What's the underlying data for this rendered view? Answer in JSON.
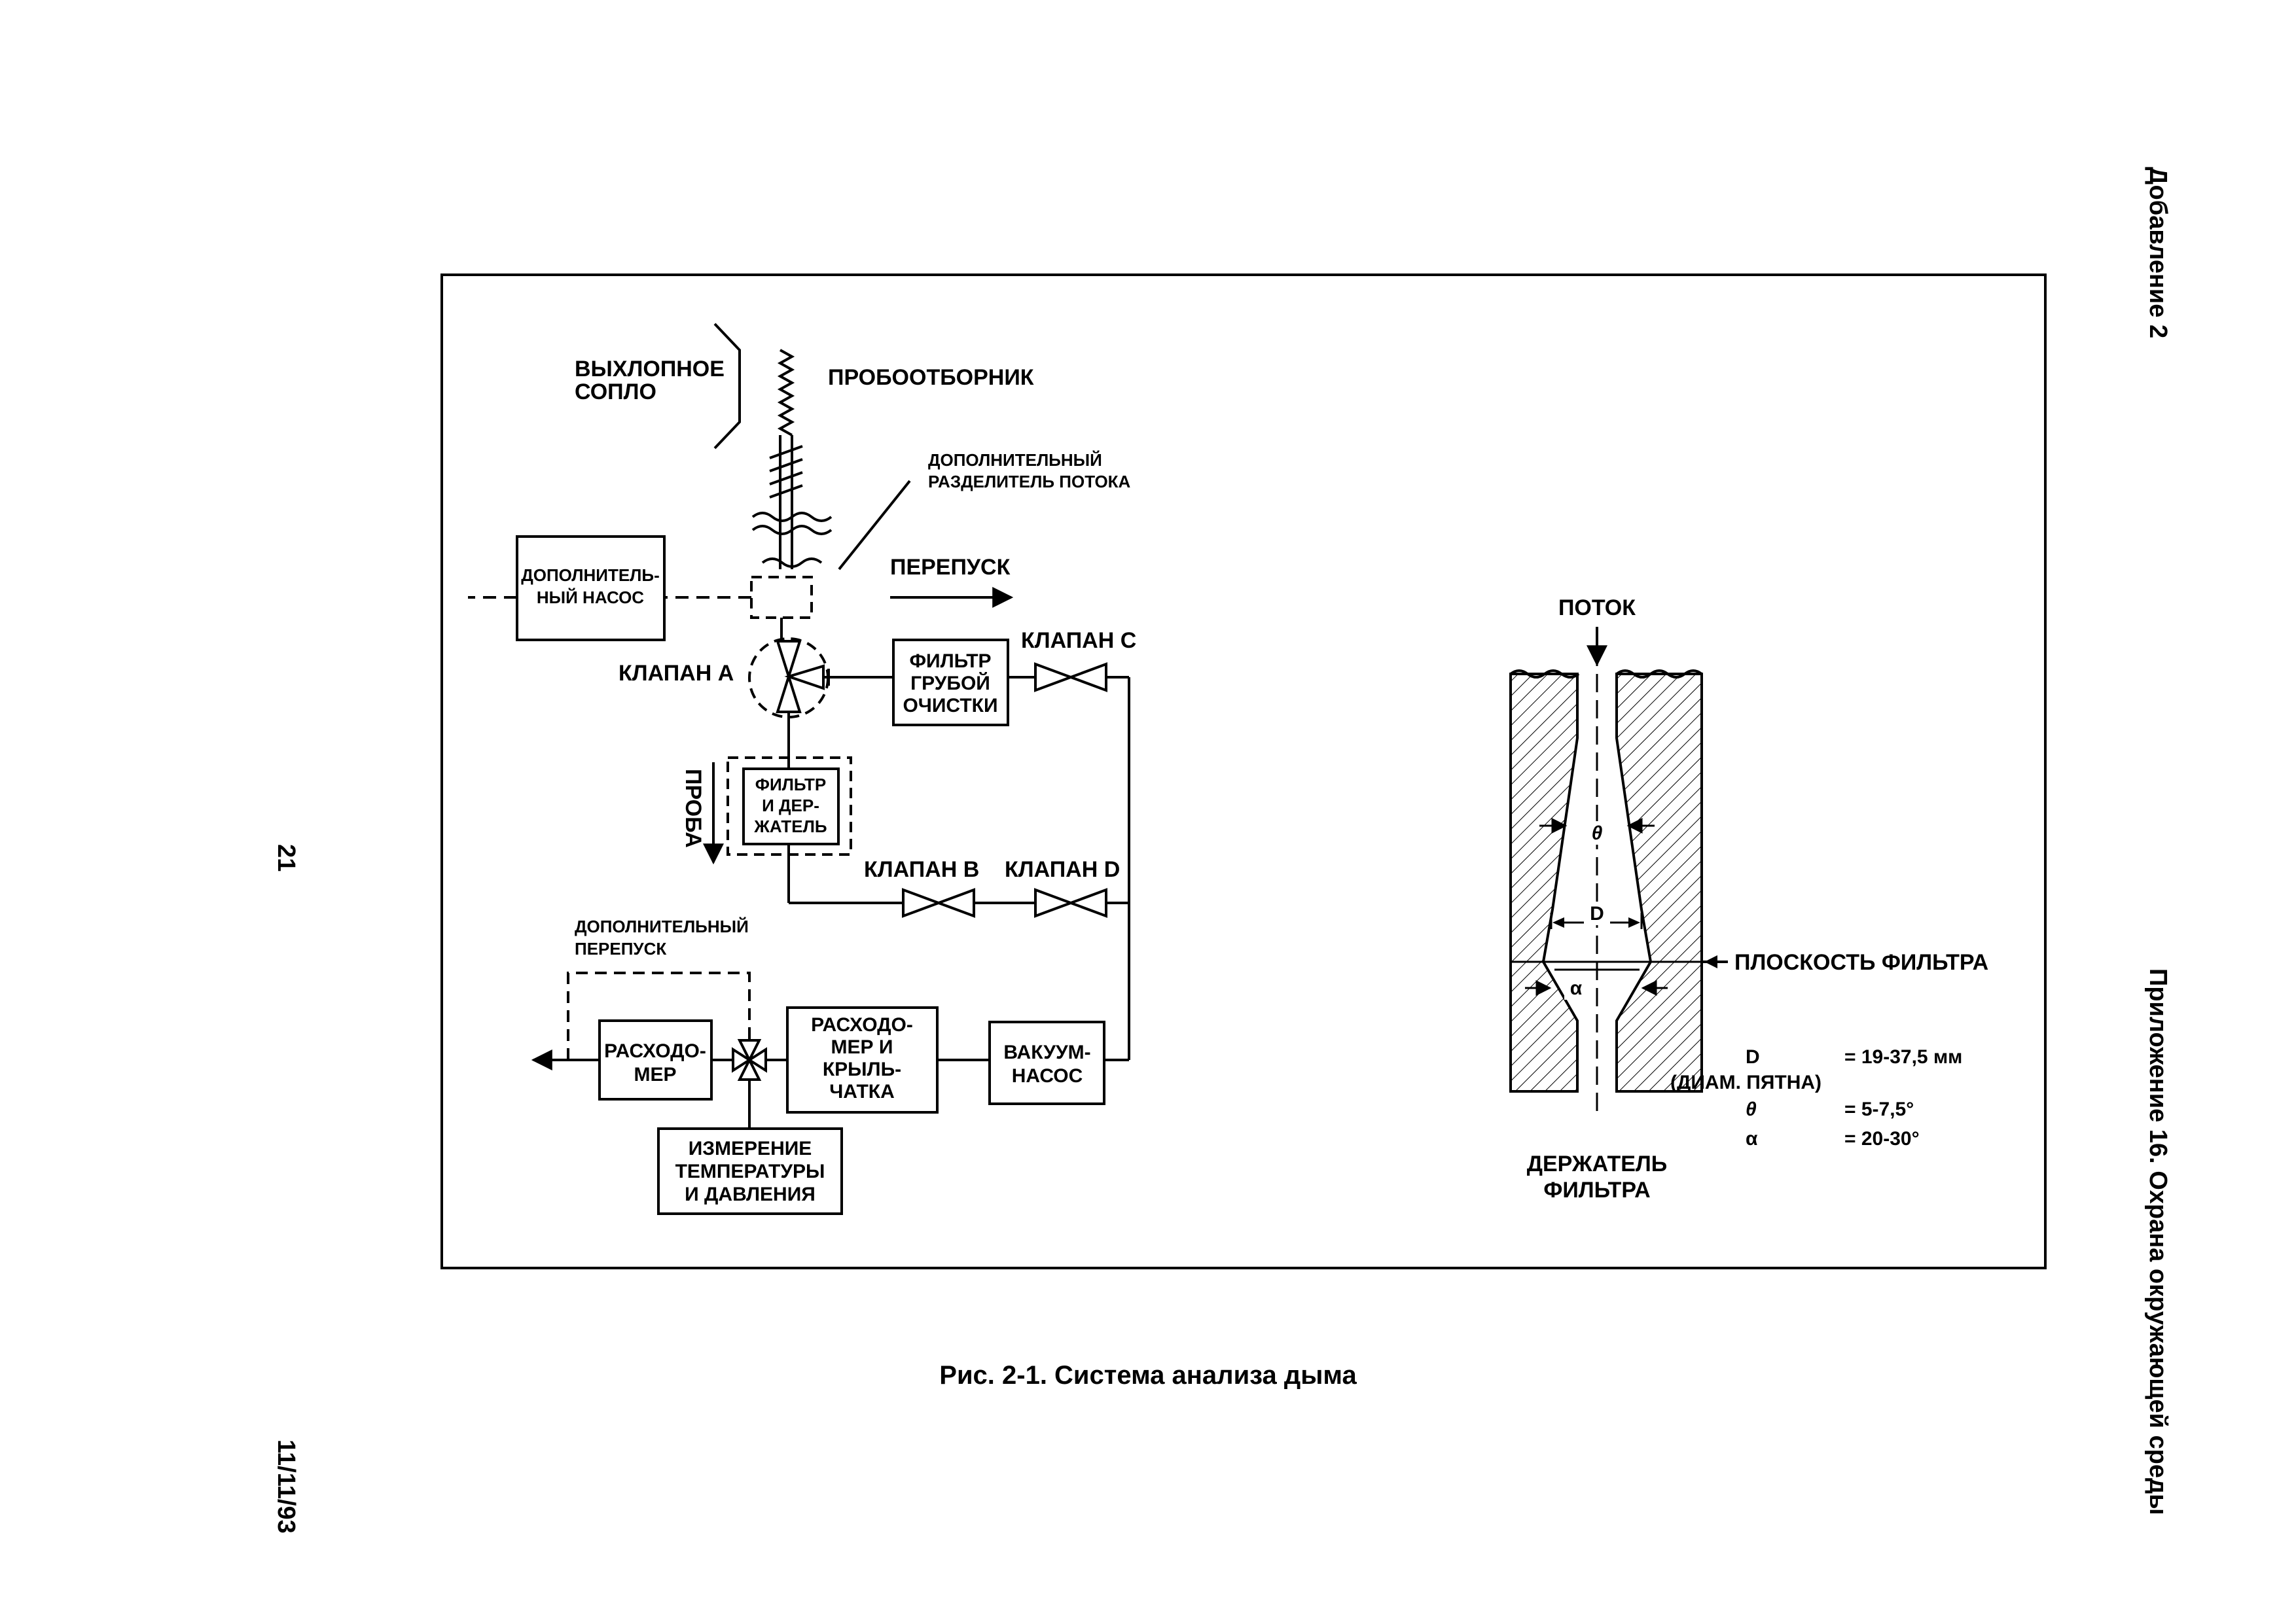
{
  "header": {
    "supplement": "Добавление 2",
    "annex": "Приложение 16. Охрана окружающей среды"
  },
  "footer": {
    "page_number": "21",
    "date": "11/11/93"
  },
  "caption": "Рис. 2-1. Система анализа дыма",
  "schematic": {
    "exhaust_nozzle": [
      "ВЫХЛОПНОЕ",
      "СОПЛО"
    ],
    "probe": "ПРОБООТБОРНИК",
    "flow_splitter": [
      "ДОПОЛНИТЕЛЬНЫЙ",
      "РАЗДЕЛИТЕЛЬ ПОТОКА"
    ],
    "aux_pump": [
      "ДОПОЛНИТЕЛЬ-",
      "НЫЙ НАСОС"
    ],
    "bypass": "ПЕРЕПУСК",
    "valve_a": "КЛАПАН А",
    "coarse_filter": [
      "ФИЛЬТР",
      "ГРУБОЙ",
      "ОЧИСТКИ"
    ],
    "valve_c": "КЛАПАН С",
    "sample": "ПРОБА",
    "filter_holder": [
      "ФИЛЬТР",
      "И ДЕР-",
      "ЖАТЕЛЬ"
    ],
    "valve_b": "КЛАПАН В",
    "valve_d": "КЛАПАН D",
    "aux_bypass": [
      "ДОПОЛНИТЕЛЬНЫЙ",
      "ПЕРЕПУСК"
    ],
    "flowmeter": [
      "РАСХОДО-",
      "МЕР"
    ],
    "flowmeter_impeller": [
      "РАСХОДО-",
      "МЕР И",
      "КРЫЛЬ-",
      "ЧАТКА"
    ],
    "vacuum_pump": [
      "ВАКУУМ-",
      "НАСОС"
    ],
    "temp_pressure": [
      "ИЗМЕРЕНИЕ",
      "ТЕМПЕРАТУРЫ",
      "И ДАВЛЕНИЯ"
    ]
  },
  "filter_detail": {
    "flow": "ПОТОК",
    "filter_plane": "ПЛОСКОСТЬ ФИЛЬТРА",
    "holder": [
      "ДЕРЖАТЕЛЬ",
      "ФИЛЬТРА"
    ],
    "theta": "θ",
    "d": "D",
    "alpha": "α",
    "spot_note": "(ДИАМ. ПЯТНА)",
    "params": [
      {
        "sym": "D",
        "val": "= 19-37,5 мм"
      },
      {
        "sym": "θ",
        "val": "= 5-7,5°"
      },
      {
        "sym": "α",
        "val": "= 20-30°"
      }
    ]
  }
}
